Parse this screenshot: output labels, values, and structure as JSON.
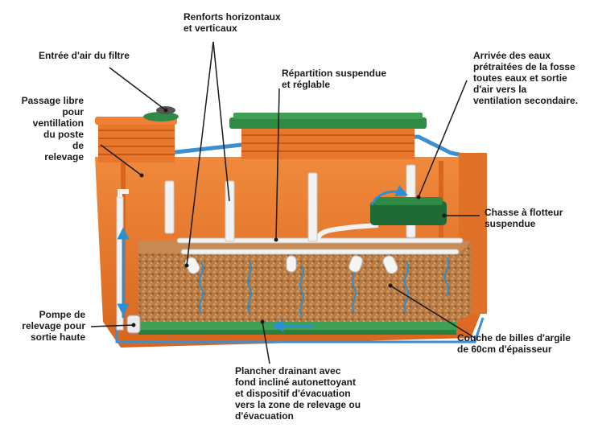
{
  "labels": {
    "renforts": [
      "Renforts horizontaux",
      "et verticaux"
    ],
    "entree_air": [
      "Entrée d'air du filtre"
    ],
    "passage_libre": [
      "Passage libre",
      "pour",
      "ventillation",
      "du poste",
      "de",
      "relevage"
    ],
    "repartition": [
      "Répartition suspendue",
      "et réglable"
    ],
    "arrivee_eaux": [
      "Arrivée des eaux",
      "prétraitées de la fosse",
      "toutes eaux et sortie",
      "d'air vers la",
      "ventilation secondaire."
    ],
    "chasse": [
      "Chasse à flotteur",
      "suspendue"
    ],
    "pompe": [
      "Pompe de",
      "relevage pour",
      "sortie haute"
    ],
    "couche": [
      "Couche de billes d'argile",
      "de 60cm d'épaisseur"
    ],
    "plancher": [
      "Plancher drainant avec",
      "fond incliné autonettoyant",
      "et dispositif d'évacuation",
      "vers la zone de relevage ou",
      "d'évacuation"
    ]
  },
  "colors": {
    "tank_orange": "#e8762b",
    "tank_dark": "#c85a18",
    "lid_green": "#2f8a45",
    "gravel": "#b5733f",
    "blue_arrow": "#2b8fd6",
    "leader": "#1a1a1a"
  }
}
